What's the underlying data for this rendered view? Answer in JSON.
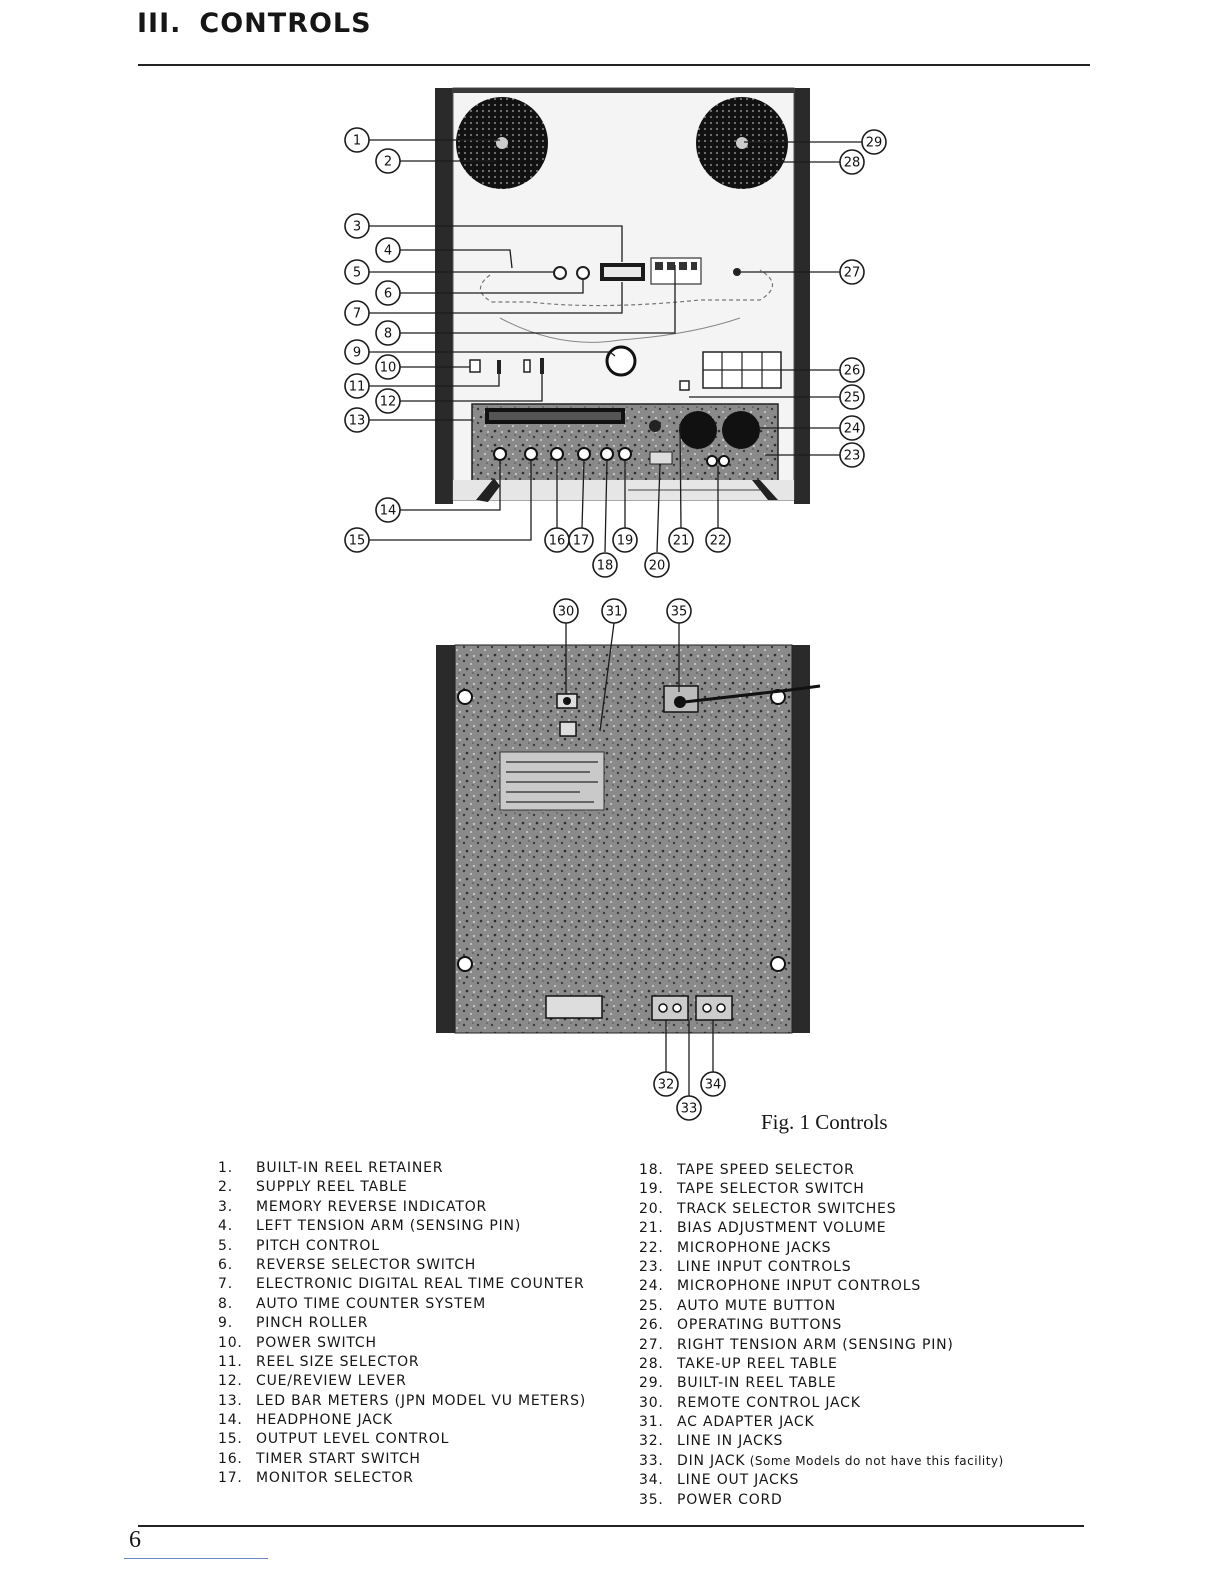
{
  "heading": {
    "number": "III.",
    "title": "CONTROLS"
  },
  "figure": {
    "caption": "Fig. 1  Controls",
    "callouts_front": [
      "1",
      "2",
      "3",
      "4",
      "5",
      "6",
      "7",
      "8",
      "9",
      "10",
      "11",
      "12",
      "13",
      "14",
      "15",
      "16",
      "17",
      "18",
      "19",
      "20",
      "21",
      "22",
      "23",
      "24",
      "25",
      "26",
      "27",
      "28",
      "29"
    ],
    "callouts_rear": [
      "30",
      "31",
      "35",
      "32",
      "34",
      "33"
    ]
  },
  "legend": {
    "left": [
      {
        "n": "1.",
        "label": "BUILT-IN REEL RETAINER"
      },
      {
        "n": "2.",
        "label": "SUPPLY  REEL TABLE"
      },
      {
        "n": "3.",
        "label": "MEMORY REVERSE INDICATOR"
      },
      {
        "n": "4.",
        "label": "LEFT TENSION ARM (SENSING PIN)"
      },
      {
        "n": "5.",
        "label": "PITCH CONTROL"
      },
      {
        "n": "6.",
        "label": "REVERSE SELECTOR SWITCH"
      },
      {
        "n": "7.",
        "label": "ELECTRONIC DIGITAL REAL TIME COUNTER"
      },
      {
        "n": "8.",
        "label": "AUTO TIME COUNTER SYSTEM"
      },
      {
        "n": "9.",
        "label": "PINCH ROLLER"
      },
      {
        "n": "10.",
        "label": "POWER SWITCH"
      },
      {
        "n": "11.",
        "label": "REEL SIZE SELECTOR"
      },
      {
        "n": "12.",
        "label": "CUE/REVIEW LEVER"
      },
      {
        "n": "13.",
        "label": "LED BAR METERS (JPN MODEL VU METERS)"
      },
      {
        "n": "14.",
        "label": "HEADPHONE JACK"
      },
      {
        "n": "15.",
        "label": "OUTPUT LEVEL CONTROL"
      },
      {
        "n": "16.",
        "label": "TIMER START SWITCH"
      },
      {
        "n": "17.",
        "label": "MONITOR SELECTOR"
      }
    ],
    "right": [
      {
        "n": "18.",
        "label": "TAPE SPEED SELECTOR"
      },
      {
        "n": "19.",
        "label": "TAPE SELECTOR SWITCH"
      },
      {
        "n": "20.",
        "label": "TRACK SELECTOR SWITCHES"
      },
      {
        "n": "21.",
        "label": "BIAS ADJUSTMENT VOLUME"
      },
      {
        "n": "22.",
        "label": "MICROPHONE JACKS"
      },
      {
        "n": "23.",
        "label": "LINE INPUT CONTROLS"
      },
      {
        "n": "24.",
        "label": "MICROPHONE INPUT CONTROLS"
      },
      {
        "n": "25.",
        "label": "AUTO MUTE BUTTON"
      },
      {
        "n": "26.",
        "label": "OPERATING BUTTONS"
      },
      {
        "n": "27.",
        "label": "RIGHT TENSION ARM (SENSING PIN)"
      },
      {
        "n": "28.",
        "label": "TAKE-UP REEL TABLE"
      },
      {
        "n": "29.",
        "label": "BUILT-IN REEL TABLE"
      },
      {
        "n": "30.",
        "label": "REMOTE CONTROL JACK"
      },
      {
        "n": "31.",
        "label": "AC ADAPTER JACK"
      },
      {
        "n": "32.",
        "label": "LINE IN JACKS"
      },
      {
        "n": "33.",
        "label": "DIN JACK",
        "note": "(Some Models do not have this facility)"
      },
      {
        "n": "34.",
        "label": "LINE OUT JACKS"
      },
      {
        "n": "35.",
        "label": "POWER CORD"
      }
    ]
  },
  "footer": {
    "page_number": "6"
  }
}
